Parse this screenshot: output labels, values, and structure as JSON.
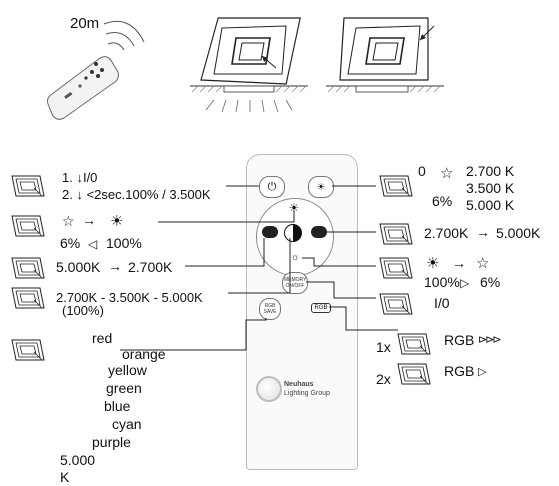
{
  "top": {
    "distance": "20m"
  },
  "left": {
    "power_line1": "1. ↓I/0",
    "power_line2": "2. ↓ <2sec.100% / 3.500K",
    "dim_left": "6%",
    "dim_right": "100%",
    "cct_from": "5.000K",
    "cct_to": "2.700K",
    "cycle": "2.700K - 3.500K - 5.000K",
    "cycle_note": "(100%)"
  },
  "colors": [
    "red",
    "orange",
    "yellow",
    "green",
    "blue",
    "cyan",
    "purple",
    "5.000 K"
  ],
  "right": {
    "zero": "0",
    "six_pct": "6%",
    "cct_list": [
      "2.700 K",
      "3.500 K",
      "5.000 K"
    ],
    "cct_from": "2.700K",
    "cct_to": "5.000K",
    "dim_from": "100%",
    "dim_to": "6%",
    "io": "I/0",
    "rgb1_count": "1x",
    "rgb1_label": "RGB",
    "rgb1_glyph": "⊳⊳⊳",
    "rgb2_count": "2x",
    "rgb2_label": "RGB",
    "rgb2_glyph": "▷"
  },
  "remote": {
    "brand_name": "Neuhaus",
    "brand_sub": "Lighting Group",
    "btn_power": "⏻",
    "btn_memory": "MEMORY ON/OFF",
    "btn_rgb_left": "RGB SAVE",
    "btn_rgb_right": "RGB"
  }
}
